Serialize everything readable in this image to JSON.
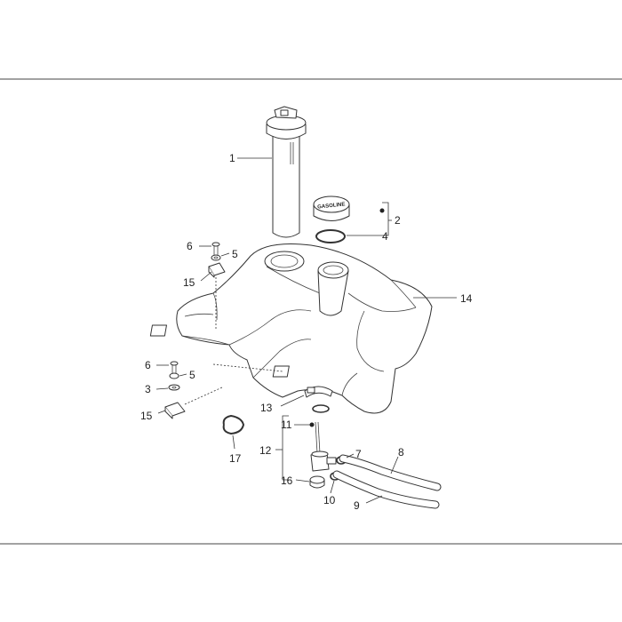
{
  "callouts": {
    "c1": "1",
    "c2": "2",
    "c3": "3",
    "c4": "4",
    "c5a": "5",
    "c5b": "5",
    "c6a": "6",
    "c6b": "6",
    "c7": "7",
    "c8": "8",
    "c9": "9",
    "c10": "10",
    "c11": "11",
    "c12": "12",
    "c13": "13",
    "c14": "14",
    "c15a": "15",
    "c15b": "15",
    "c16": "16",
    "c17": "17"
  },
  "cap_text": "GASOLINE"
}
